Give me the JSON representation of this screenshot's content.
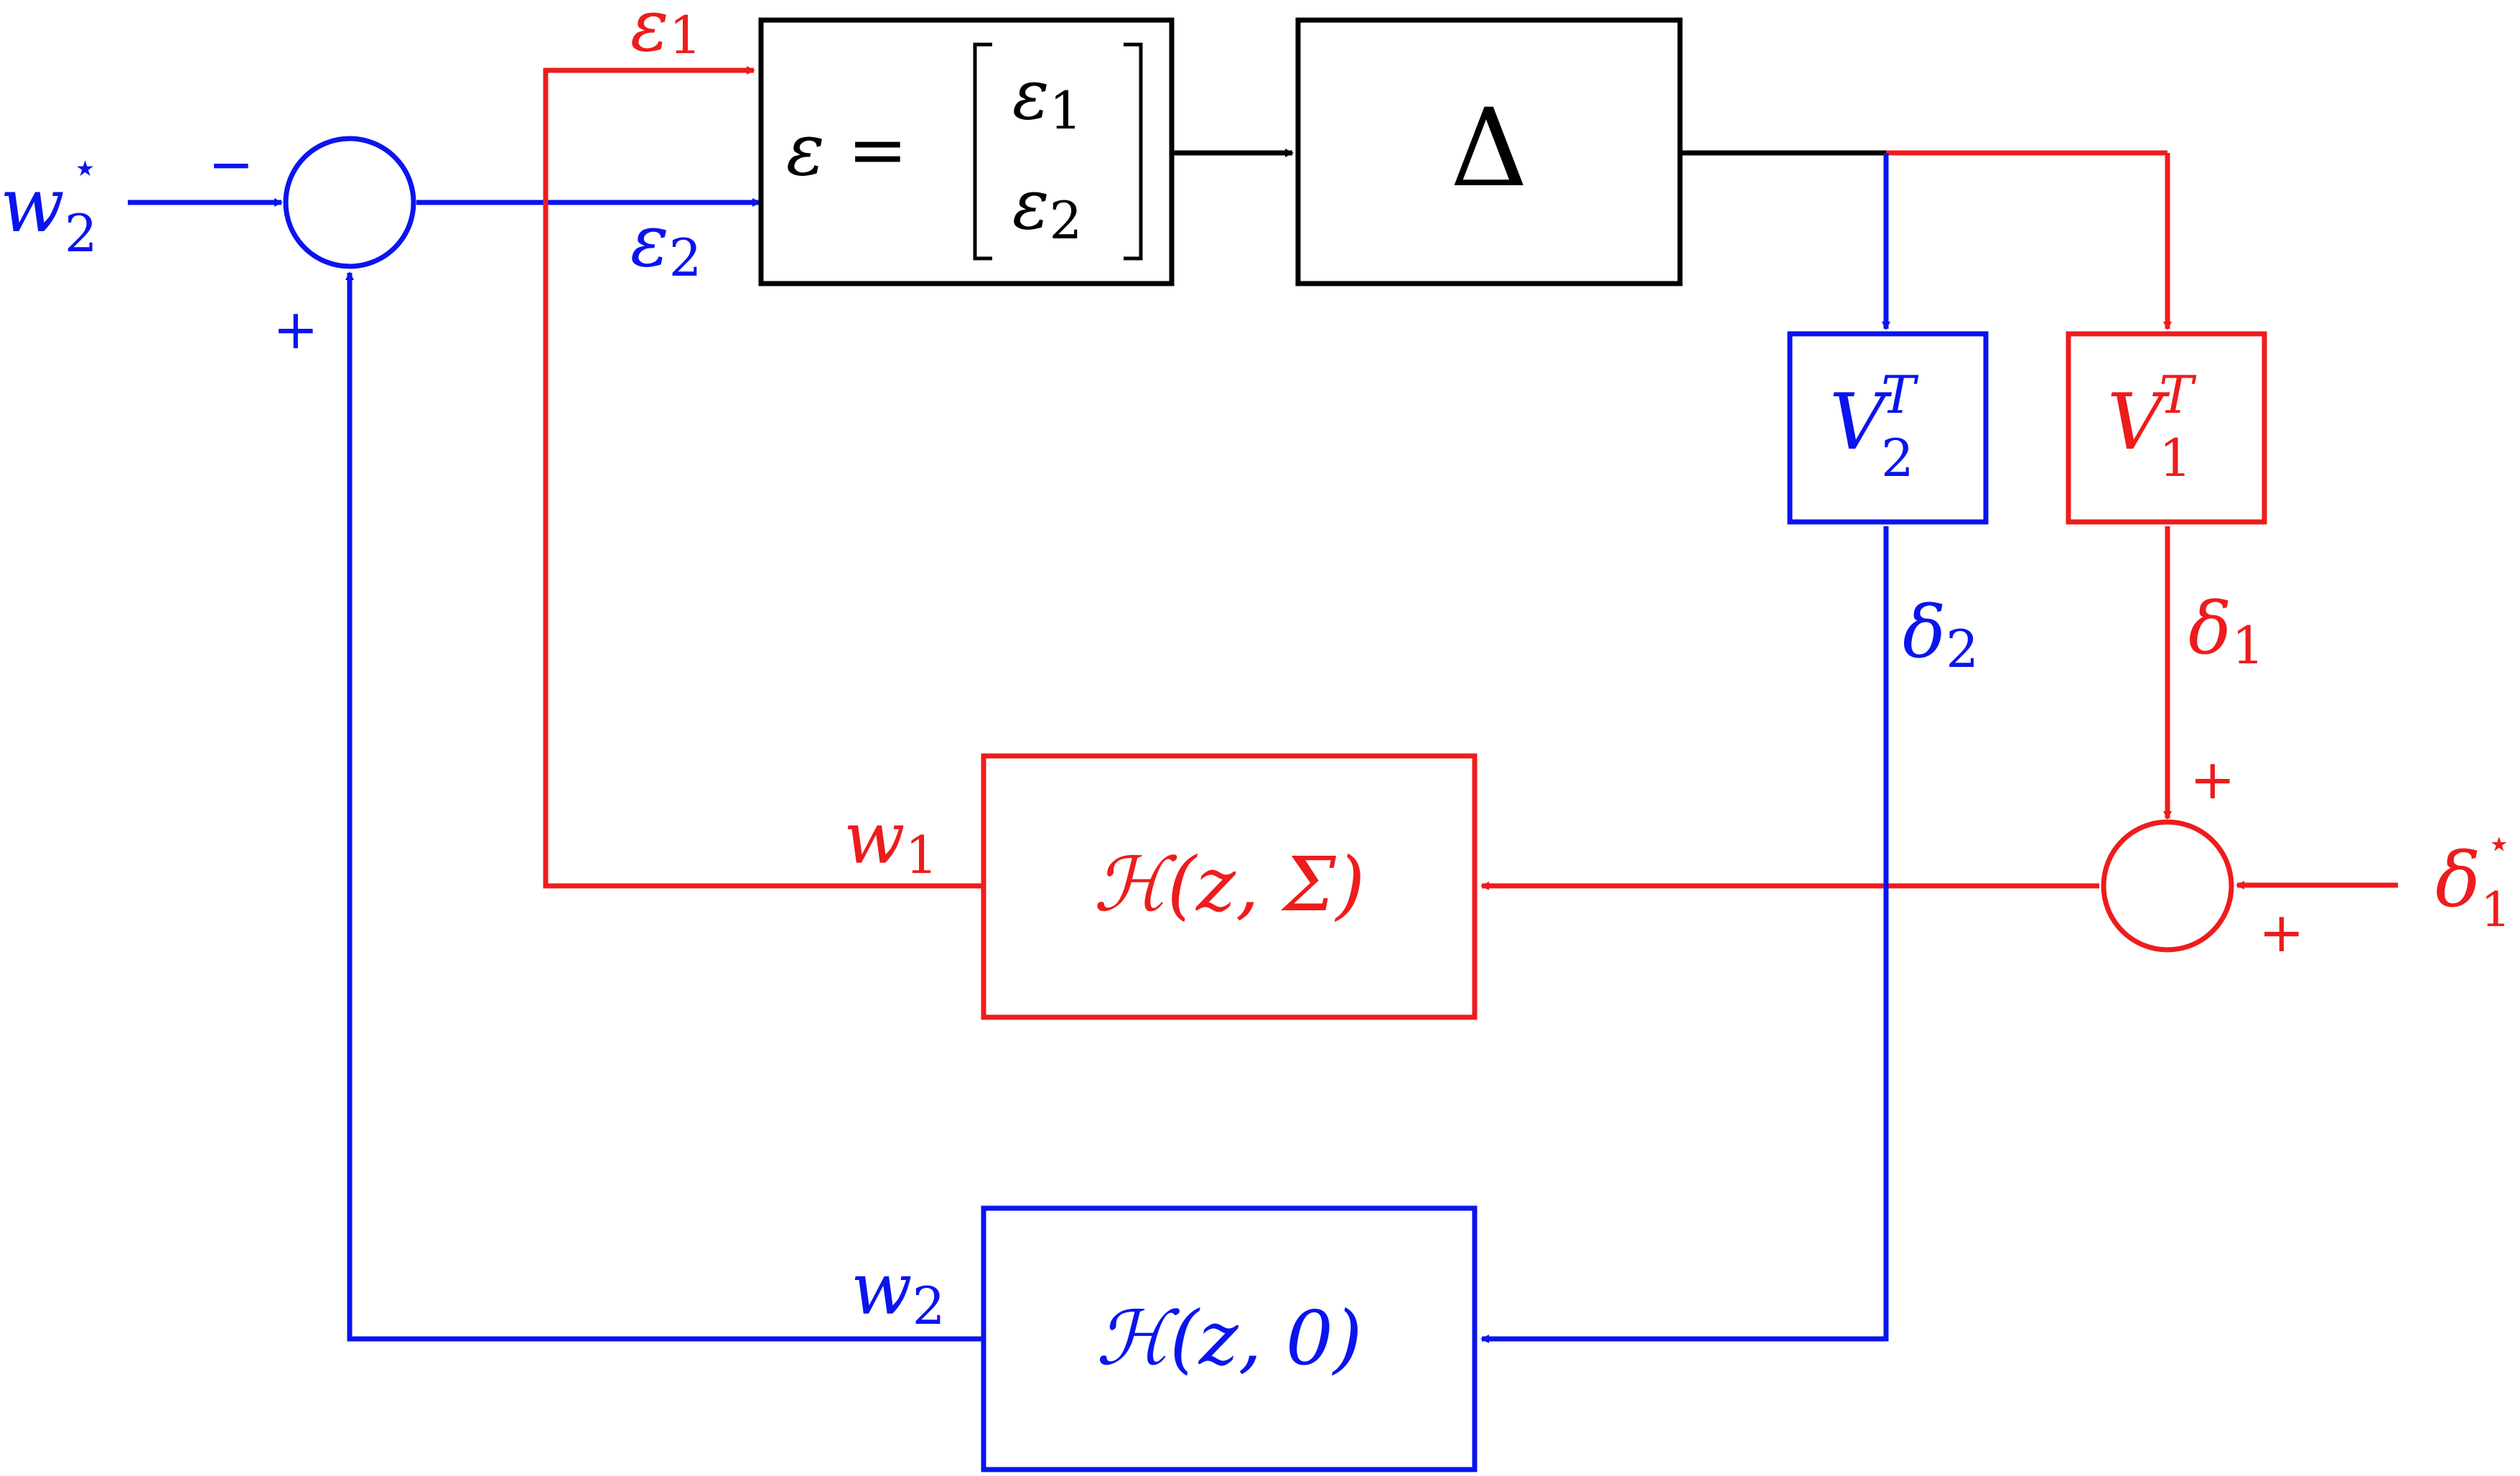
{
  "colors": {
    "blue": "#0a14ee",
    "red": "#ee1c1c",
    "black": "#000000"
  },
  "inputs": {
    "w2_star": {
      "base": "w",
      "sub": "2",
      "sup": "⋆"
    },
    "delta1_star": {
      "base": "δ",
      "sub": "1",
      "sup": "⋆"
    }
  },
  "signs": {
    "sum_top_minus": "−",
    "sum_top_plus": "+",
    "sum_bottom_plus_top": "+",
    "sum_bottom_plus_right": "+"
  },
  "signals": {
    "eps1": {
      "base": "ε",
      "sub": "1"
    },
    "eps2": {
      "base": "ε",
      "sub": "2"
    },
    "w1": {
      "base": "w",
      "sub": "1"
    },
    "w2": {
      "base": "w",
      "sub": "2"
    },
    "delta1": {
      "base": "δ",
      "sub": "1"
    },
    "delta2": {
      "base": "δ",
      "sub": "2"
    }
  },
  "blocks": {
    "epsilon_vector": {
      "lhs": "ε =",
      "row1": {
        "base": "ε",
        "sub": "1"
      },
      "row2": {
        "base": "ε",
        "sub": "2"
      }
    },
    "delta": {
      "label": "Δ"
    },
    "v2t": {
      "base": "V",
      "sub": "2",
      "sup": "T"
    },
    "v1t": {
      "base": "V",
      "sub": "1",
      "sup": "T"
    },
    "h_sigma": {
      "label": "ℋ(z, Σ)"
    },
    "h_zero": {
      "label": "ℋ(z, 0)"
    }
  }
}
